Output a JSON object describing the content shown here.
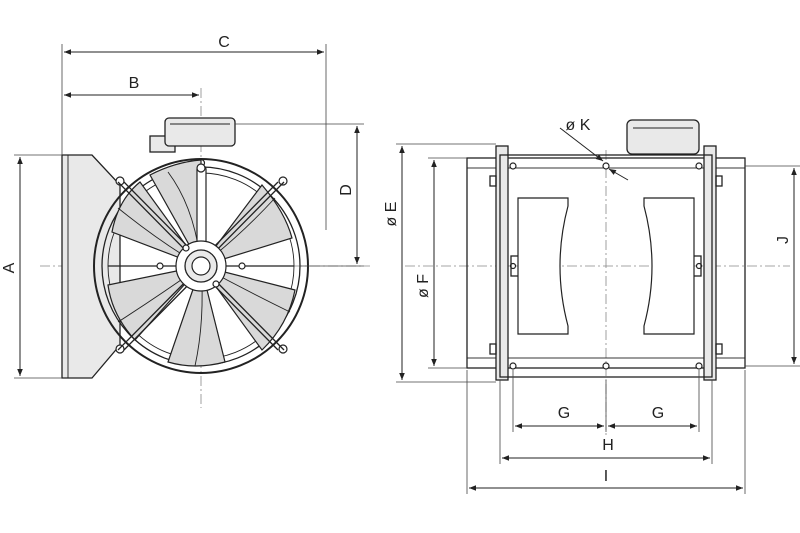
{
  "labels": {
    "A": "A",
    "B": "B",
    "C": "C",
    "D": "D",
    "E": "ø E",
    "F": "ø F",
    "G_left": "G",
    "G_right": "G",
    "H": "H",
    "I": "I",
    "J": "J",
    "K": "ø K"
  }
}
